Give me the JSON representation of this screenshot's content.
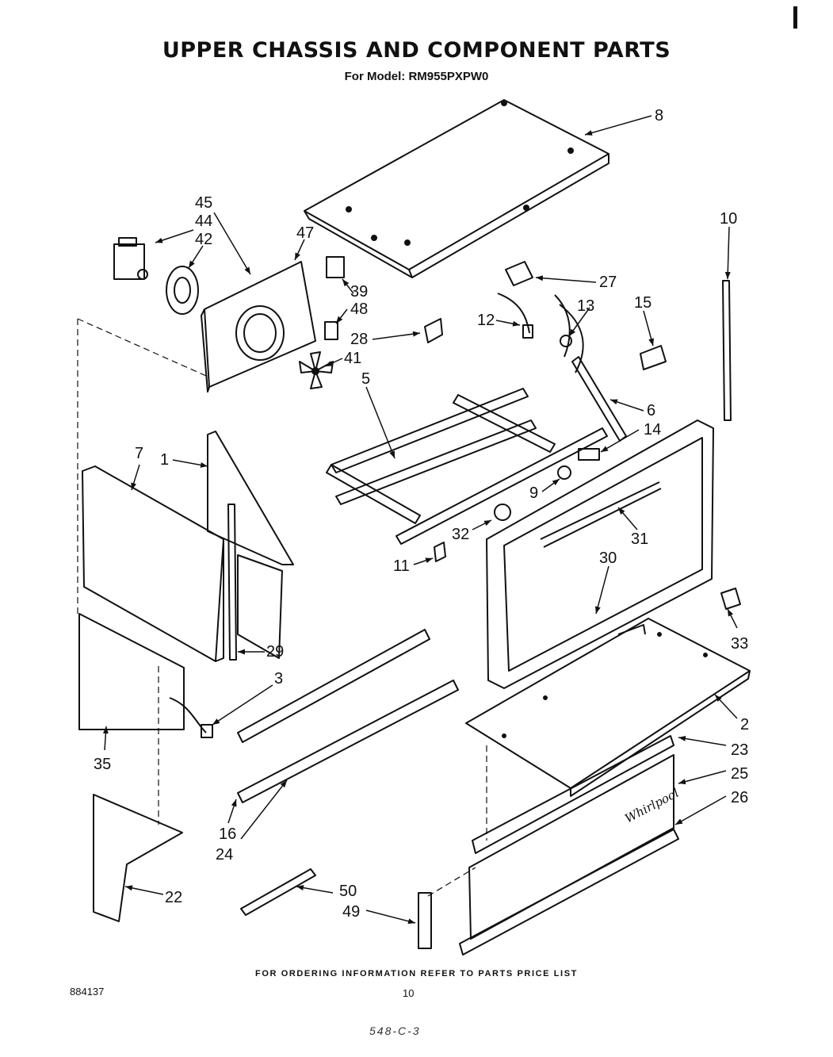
{
  "title": "UPPER CHASSIS AND COMPONENT PARTS",
  "subtitle": "For Model: RM955PXPW0",
  "footer": "FOR ORDERING INFORMATION REFER TO PARTS PRICE LIST",
  "doc_number": "884137",
  "page_number": "10",
  "handwritten_note": "548-C-3",
  "callouts": [
    "8",
    "10",
    "45",
    "44",
    "42",
    "47",
    "39",
    "48",
    "27",
    "13",
    "15",
    "12",
    "28",
    "41",
    "5",
    "6",
    "14",
    "7",
    "1",
    "9",
    "31",
    "32",
    "30",
    "11",
    "33",
    "29",
    "3",
    "2",
    "23",
    "25",
    "26",
    "35",
    "16",
    "24",
    "22",
    "50",
    "49"
  ],
  "logo_text": "Whirlpool"
}
